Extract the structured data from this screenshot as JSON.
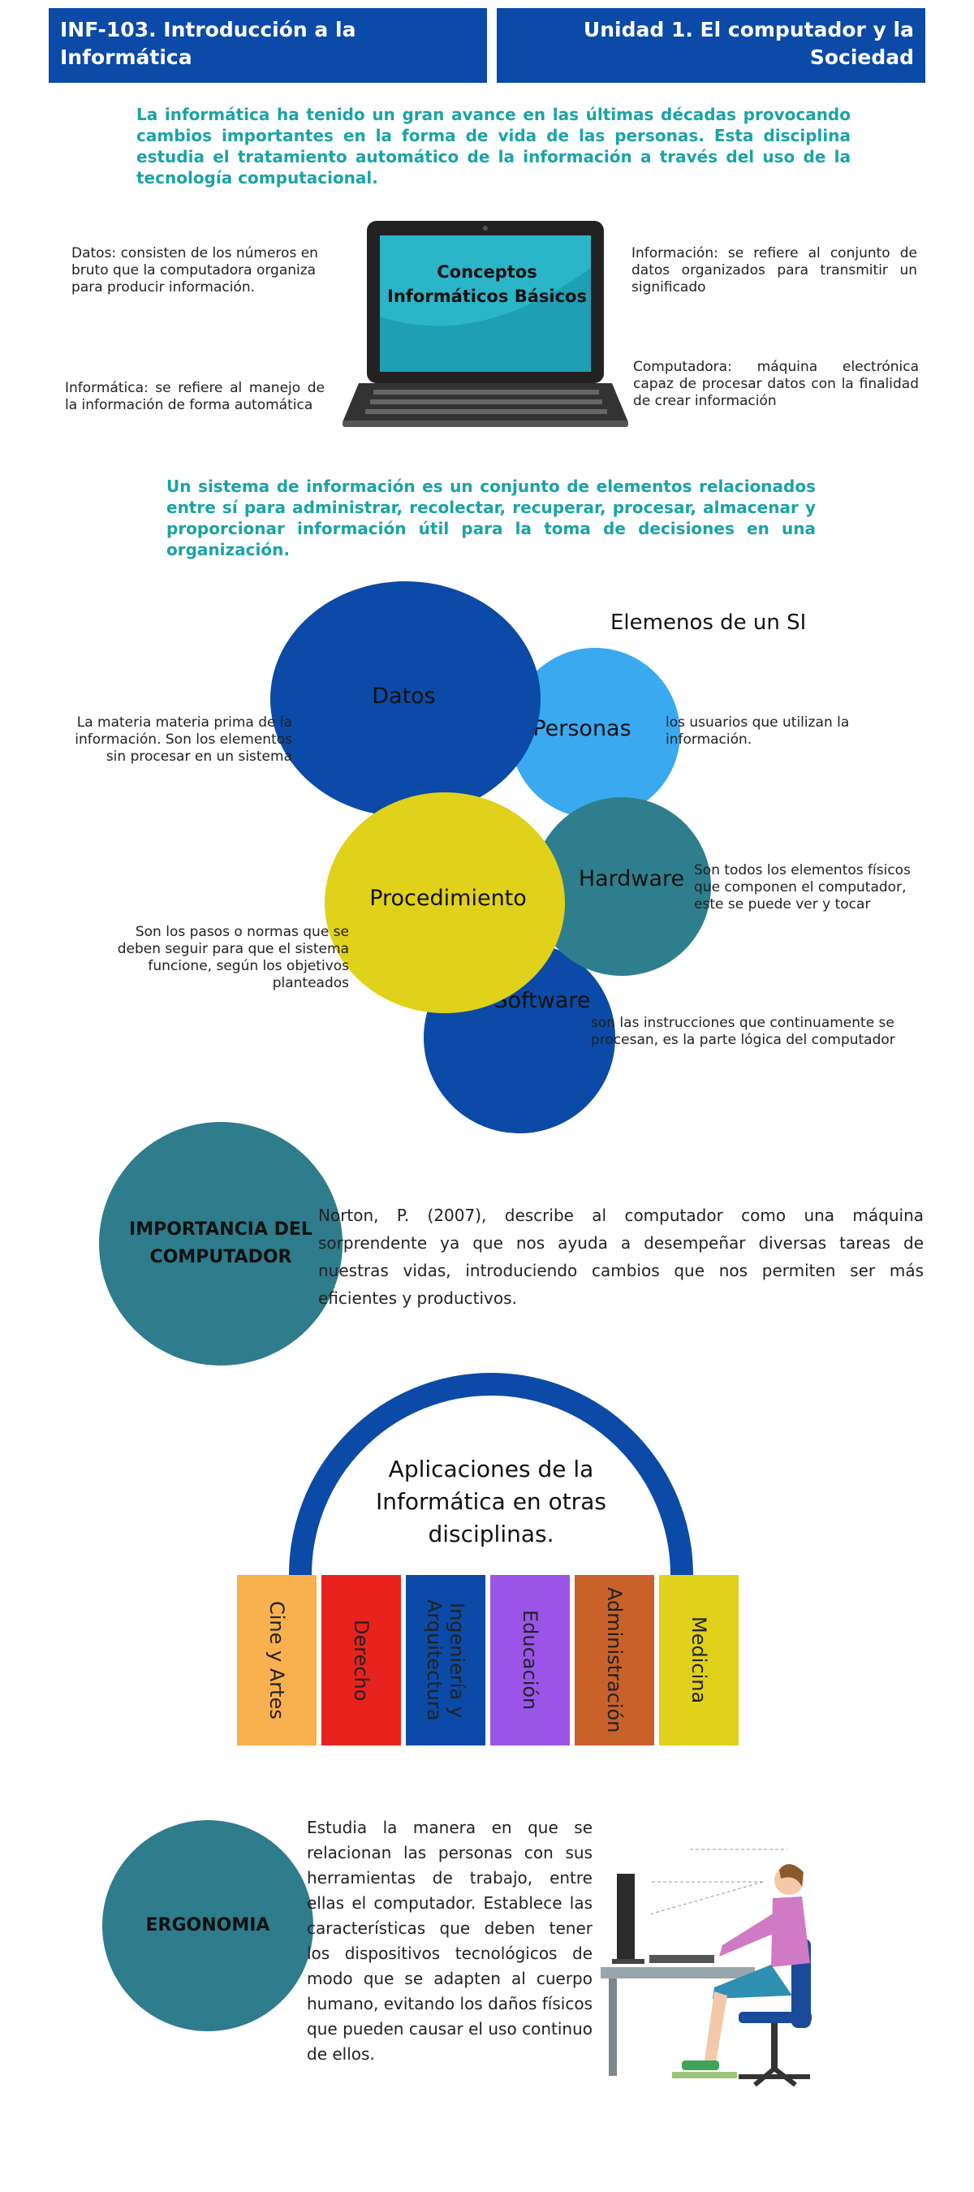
{
  "header": {
    "left": "INF-103. Introducción a la Informática",
    "right": "Unidad 1. El computador y la Sociedad"
  },
  "intro": "La informática ha tenido un gran avance en las últimas décadas provocando cambios importantes en la forma de vida de las personas. Esta disciplina estudia el tratamiento automático de la información a través del uso de la tecnología computacional.",
  "concepts": {
    "screen_title": "Conceptos Informáticos Básicos",
    "datos": "Datos: consisten de los números en bruto que la computadora organiza para producir información.",
    "informatica": "Informática: se refiere al manejo de la información de forma automática",
    "informacion": "Información: se refiere al conjunto de datos organizados para transmitir un significado",
    "computadora": "Computadora: máquina electrónica capaz de procesar datos con la finalidad de crear información"
  },
  "system_def": "Un sistema de información es un conjunto de elementos relacionados entre sí para administrar, recolectar, recuperar, procesar, almacenar y proporcionar información útil para la toma de decisiones en una organización.",
  "si": {
    "title": "Elemenos de un SI",
    "datos": "Datos",
    "personas": "Personas",
    "procedimiento": "Procedimiento",
    "hardware": "Hardware",
    "software": "Software",
    "desc_datos": "La materia materia prima de la información. Son los elementos sin procesar en un sistema",
    "desc_personas": "los usuarios que utilizan la información.",
    "desc_procedimiento": "Son los pasos o normas que se deben seguir para que el sistema funcione, según los objetivos planteados",
    "desc_hardware": "Son todos los elementos físicos que componen el computador, este se puede ver y tocar",
    "desc_software": "son las instrucciones que continuamente se procesan, es la parte lógica del computador",
    "colors": {
      "datos": "#0b4aa6",
      "personas": "#3aa9f0",
      "procedimiento": "#e0d11a",
      "hardware": "#2f7e8e",
      "software": "#0b4aa6"
    }
  },
  "importancia": {
    "title": "IMPORTANCIA DEL COMPUTADOR",
    "text": "Norton, P. (2007), describe al computador como una máquina sorprendente ya que nos ayuda a desempeñar diversas tareas de nuestras vidas, introduciendo cambios que nos permiten ser más eficientes y productivos."
  },
  "aplicaciones": {
    "title": "Aplicaciones de la Informática en otras disciplinas.",
    "tabs": [
      {
        "label": "Cine y Artes",
        "color": "#f9b04f"
      },
      {
        "label": "Derecho",
        "color": "#e8221d"
      },
      {
        "label": "Ingeniería y Arquitectura",
        "color": "#0b4aa6"
      },
      {
        "label": "Educación",
        "color": "#9a55e8"
      },
      {
        "label": "Administración",
        "color": "#c8612a"
      },
      {
        "label": "Medicina",
        "color": "#e0d11a"
      }
    ]
  },
  "ergonomia": {
    "title": "ERGONOMIA",
    "text": "Estudia la manera en que se relacionan las personas con sus herramientas de trabajo, entre ellas el computador. Establece las características que deben tener los dispositivos tecnológicos de modo que se adapten al cuerpo humano, evitando los daños físicos que pueden causar el uso continuo de ellos."
  }
}
